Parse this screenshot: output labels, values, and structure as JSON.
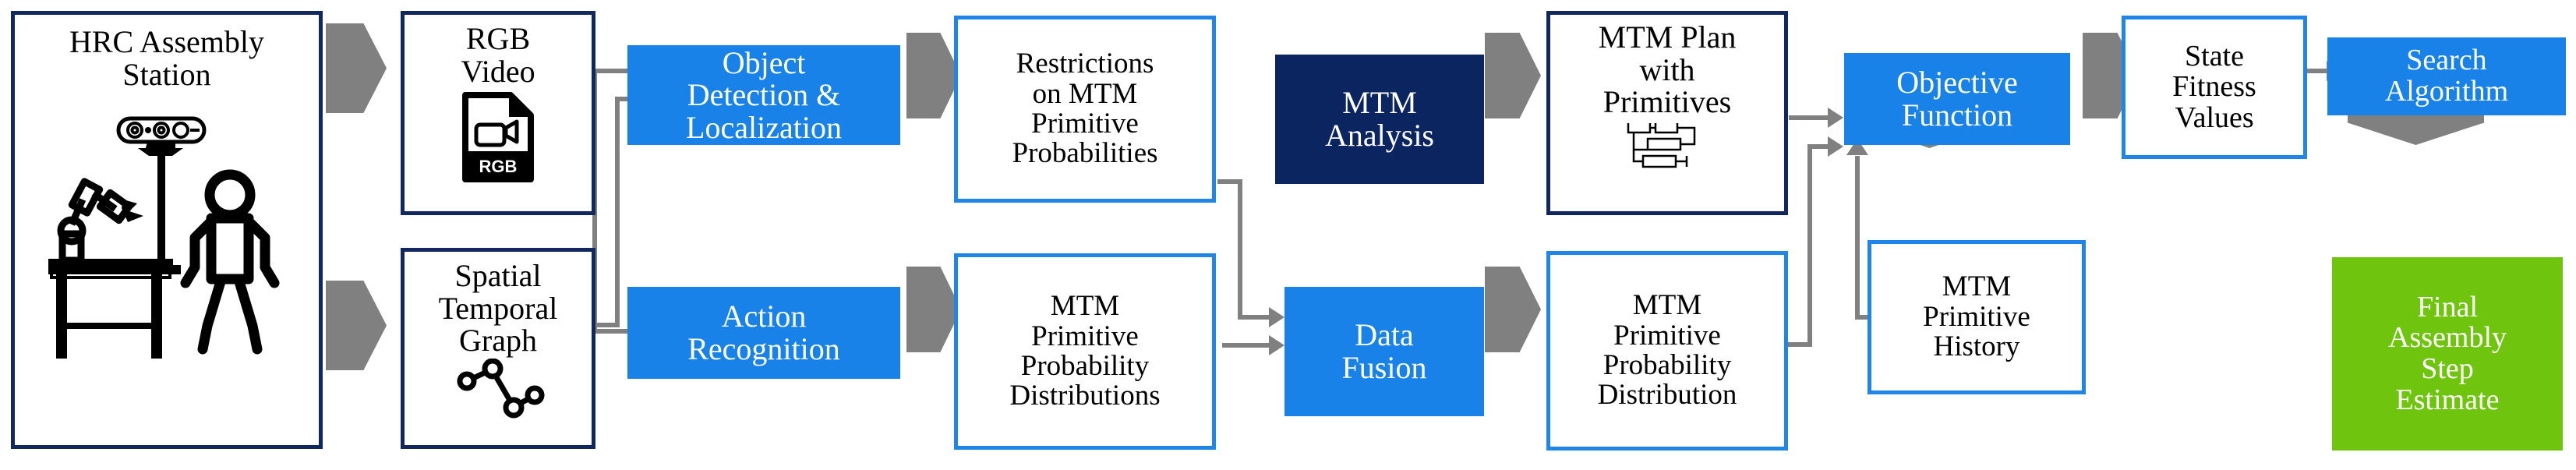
{
  "diagram": {
    "title": "MTM-based HRC assembly step estimation pipeline",
    "colors": {
      "navy_outline": "#10275f",
      "light_blue_outline": "#1f86e8",
      "blue_fill": "#1982e8",
      "navy_fill": "#0a2560",
      "green_fill": "#6fc40e",
      "arrow_gray": "#808080",
      "text_dark": "#000000",
      "text_light": "#ffffff"
    },
    "nodes": [
      {
        "id": "hrc_assembly_station",
        "label": "HRC Assembly\nStation",
        "style": "navy-outline",
        "icons": [
          "robot-arm-icon",
          "depth-camera-icon",
          "human-figure-icon"
        ]
      },
      {
        "id": "rgb_video",
        "label": "RGB\nVideo",
        "style": "navy-outline",
        "icons": [
          "rgb-video-file-icon"
        ]
      },
      {
        "id": "spatial_temporal_graph",
        "label": "Spatial\nTemporal\nGraph",
        "style": "navy-outline",
        "icons": [
          "node-graph-icon"
        ]
      },
      {
        "id": "object_detection",
        "label": "Object\nDetection &\nLocalization",
        "style": "blue-fill",
        "icons": []
      },
      {
        "id": "action_recognition",
        "label": "Action\nRecognition",
        "style": "blue-fill",
        "icons": []
      },
      {
        "id": "restrictions",
        "label": "Restrictions\non MTM\nPrimitive\nProbabilities",
        "style": "light-blue-outline",
        "icons": []
      },
      {
        "id": "primitive_prob_dists",
        "label": "MTM\nPrimitive\nProbability\nDistributions",
        "style": "light-blue-outline",
        "icons": []
      },
      {
        "id": "mtm_analysis",
        "label": "MTM\nAnalysis",
        "style": "navy-fill",
        "icons": []
      },
      {
        "id": "data_fusion",
        "label": "Data\nFusion",
        "style": "blue-fill",
        "icons": []
      },
      {
        "id": "mtm_plan",
        "label": "MTM Plan\nwith\nPrimitives",
        "style": "navy-outline",
        "icons": [
          "gantt-chart-icon"
        ]
      },
      {
        "id": "primitive_prob_dist",
        "label": "MTM\nPrimitive\nProbability\nDistribution",
        "style": "light-blue-outline",
        "icons": []
      },
      {
        "id": "objective_function",
        "label": "Objective\nFunction",
        "style": "blue-fill",
        "icons": []
      },
      {
        "id": "primitive_history",
        "label": "MTM\nPrimitive\nHistory",
        "style": "light-blue-outline",
        "icons": []
      },
      {
        "id": "state_fitness_values",
        "label": "State\nFitness\nValues",
        "style": "light-blue-outline",
        "icons": []
      },
      {
        "id": "search_algorithm",
        "label": "Search\nAlgorithm",
        "style": "blue-fill",
        "icons": []
      },
      {
        "id": "final_estimate",
        "label": "Final\nAssembly\nStep\nEstimate",
        "style": "green-fill",
        "icons": []
      }
    ],
    "edges": [
      {
        "from": "hrc_assembly_station",
        "to": "rgb_video",
        "kind": "chevron"
      },
      {
        "from": "hrc_assembly_station",
        "to": "spatial_temporal_graph",
        "kind": "chevron"
      },
      {
        "from": "rgb_video",
        "to": "object_detection",
        "kind": "line-arrow"
      },
      {
        "from": "spatial_temporal_graph",
        "to": "action_recognition",
        "kind": "line-arrow"
      },
      {
        "from": "object_detection",
        "to": "restrictions",
        "kind": "chevron"
      },
      {
        "from": "action_recognition",
        "to": "primitive_prob_dists",
        "kind": "chevron"
      },
      {
        "from": "restrictions",
        "to": "data_fusion",
        "kind": "line-arrow"
      },
      {
        "from": "primitive_prob_dists",
        "to": "data_fusion",
        "kind": "line-arrow"
      },
      {
        "from": "mtm_analysis",
        "to": "mtm_plan",
        "kind": "chevron"
      },
      {
        "from": "data_fusion",
        "to": "primitive_prob_dist",
        "kind": "chevron"
      },
      {
        "from": "mtm_plan",
        "to": "objective_function",
        "kind": "line-arrow"
      },
      {
        "from": "primitive_prob_dist",
        "to": "objective_function",
        "kind": "line-arrow"
      },
      {
        "from": "primitive_history",
        "to": "objective_function",
        "kind": "line-arrow"
      },
      {
        "from": "objective_function",
        "to": "primitive_history",
        "kind": "chevron-down"
      },
      {
        "from": "objective_function",
        "to": "state_fitness_values",
        "kind": "chevron"
      },
      {
        "from": "state_fitness_values",
        "to": "search_algorithm",
        "kind": "line-arrow"
      },
      {
        "from": "search_algorithm",
        "to": "final_estimate",
        "kind": "chevron-down"
      }
    ]
  }
}
